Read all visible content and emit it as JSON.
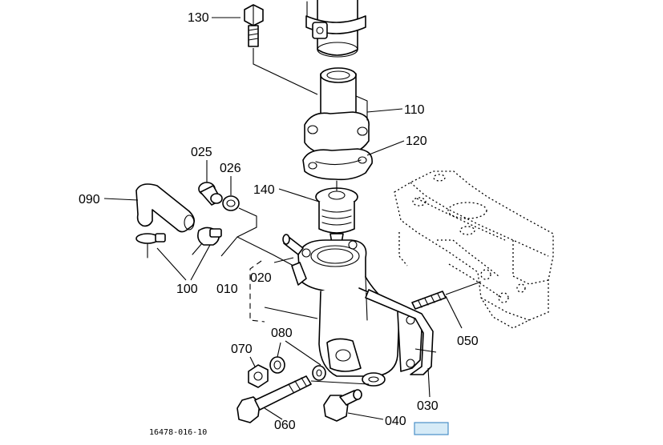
{
  "diagram": {
    "callouts": [
      {
        "id": "130",
        "label": "130"
      },
      {
        "id": "110",
        "label": "110"
      },
      {
        "id": "120",
        "label": "120"
      },
      {
        "id": "025",
        "label": "025"
      },
      {
        "id": "026",
        "label": "026"
      },
      {
        "id": "140",
        "label": "140"
      },
      {
        "id": "090",
        "label": "090"
      },
      {
        "id": "020",
        "label": "020"
      },
      {
        "id": "100",
        "label": "100"
      },
      {
        "id": "010",
        "label": "010"
      },
      {
        "id": "080",
        "label": "080"
      },
      {
        "id": "070",
        "label": "070"
      },
      {
        "id": "050",
        "label": "050"
      },
      {
        "id": "030",
        "label": "030"
      },
      {
        "id": "060",
        "label": "060"
      },
      {
        "id": "040",
        "label": "040"
      }
    ],
    "reference_code": "16478-016-10",
    "colors": {
      "line": "#000000",
      "background": "#ffffff",
      "highlight_fill": "#d6ebf7",
      "highlight_stroke": "#4a90c8"
    }
  }
}
